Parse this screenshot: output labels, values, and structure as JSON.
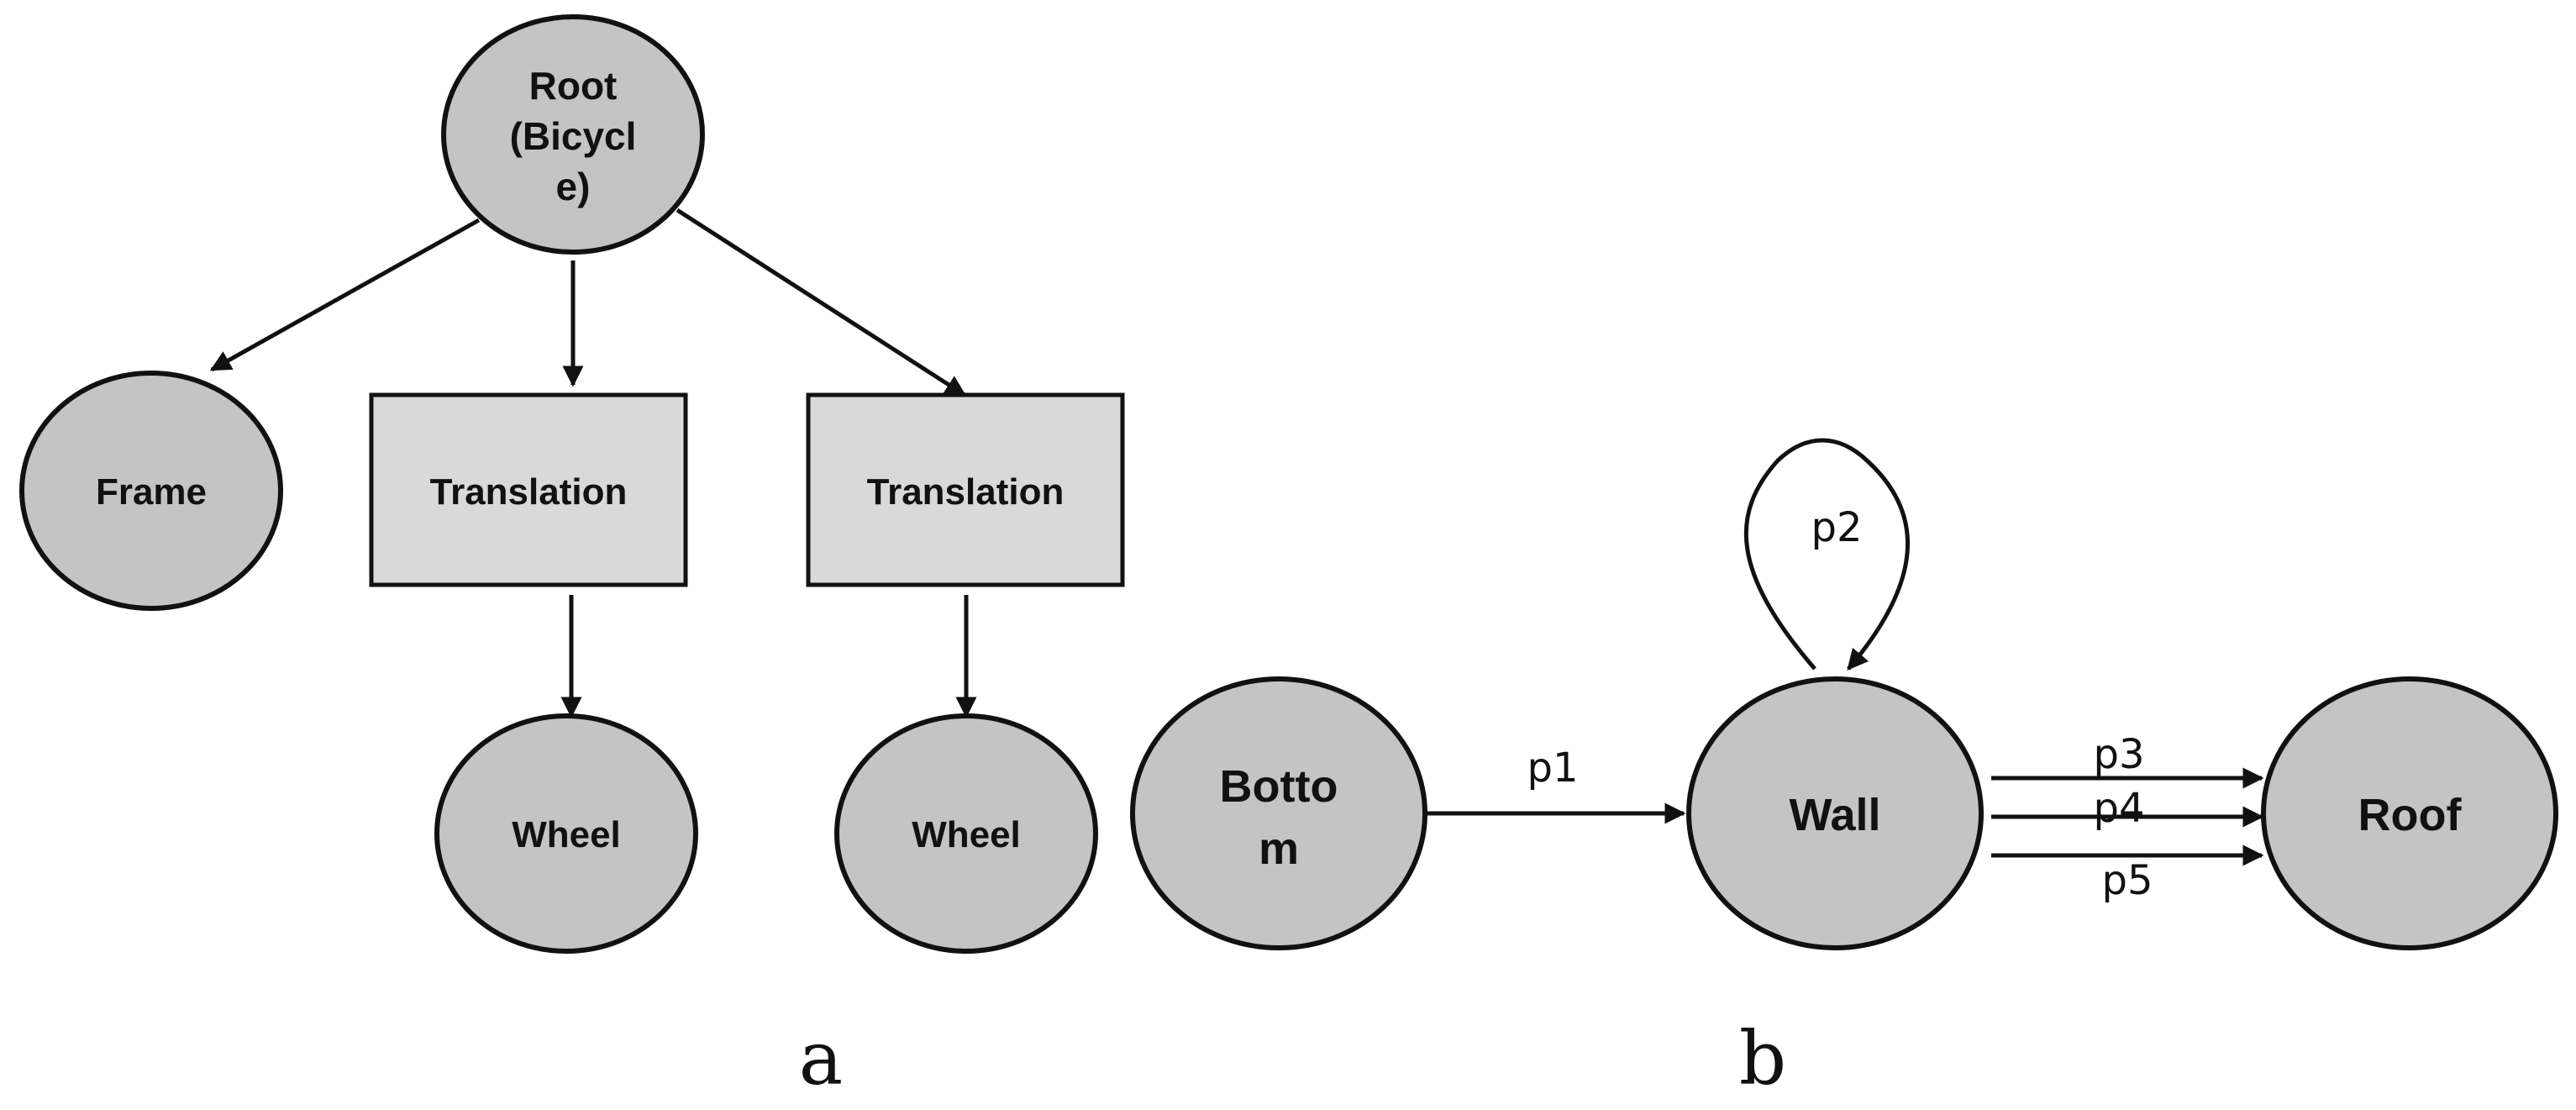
{
  "panel_a": {
    "label": "a",
    "root": {
      "line1": "Root",
      "line2": "(Bicycl",
      "line3": "e)"
    },
    "frame": "Frame",
    "translation_left": "Translation",
    "translation_right": "Translation",
    "wheel_left": "Wheel",
    "wheel_right": "Wheel"
  },
  "panel_b": {
    "label": "b",
    "bottom": {
      "line1": "Botto",
      "line2": "m"
    },
    "wall": "Wall",
    "roof": "Roof",
    "edges": {
      "p1": "p1",
      "p2": "p2",
      "p3": "p3",
      "p4": "p4",
      "p5": "p5"
    }
  },
  "colors": {
    "node": "#c4c4c4",
    "box": "#d9d9d9",
    "stroke": "#111111"
  }
}
